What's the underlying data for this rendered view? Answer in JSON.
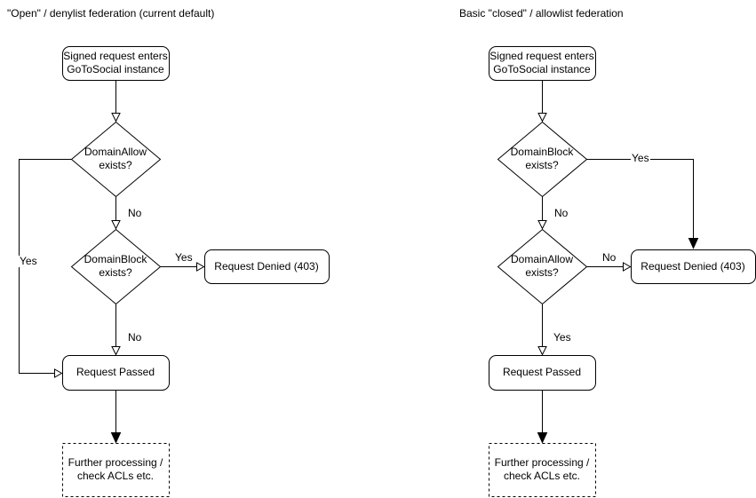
{
  "page": {
    "background": "#ffffff",
    "stroke_color": "#000000",
    "text_color": "#000000"
  },
  "diagrams": [
    {
      "title": "\"Open\" / denylist federation (current default)",
      "nodes": {
        "start": "Signed request enters\nGoToSocial instance",
        "decision_top": "DomainAllow\nexists?",
        "decision_bottom": "DomainBlock\nexists?",
        "denied": "Request Denied (403)",
        "passed": "Request Passed",
        "further": "Further processing /\ncheck ACLs etc."
      },
      "labels": {
        "top_decision_down": "No",
        "top_decision_side": "Yes",
        "bottom_decision_side": "Yes",
        "bottom_decision_down": "No"
      }
    },
    {
      "title": "Basic \"closed\" / allowlist federation",
      "nodes": {
        "start": "Signed request enters\nGoToSocial instance",
        "decision_top": "DomainBlock\nexists?",
        "decision_bottom": "DomainAllow\nexists?",
        "denied": "Request Denied (403)",
        "passed": "Request Passed",
        "further": "Further processing /\ncheck ACLs etc."
      },
      "labels": {
        "top_decision_down": "No",
        "top_decision_side": "Yes",
        "bottom_decision_side": "No",
        "bottom_decision_down": "Yes"
      }
    }
  ]
}
